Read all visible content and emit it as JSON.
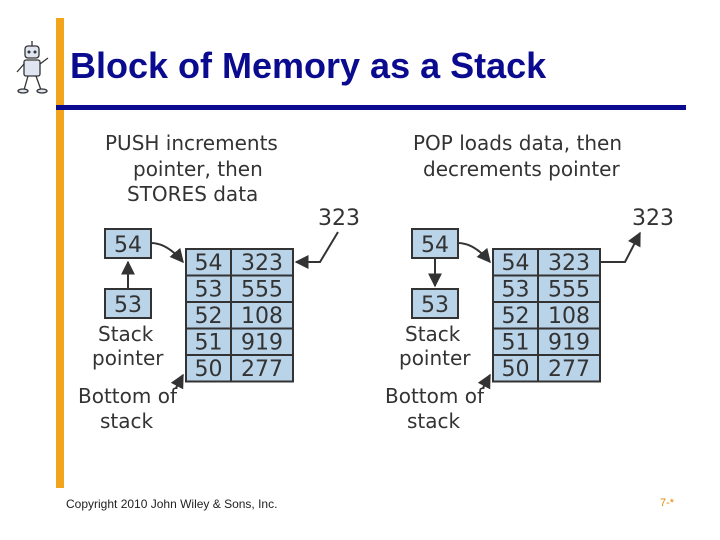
{
  "title": "Block of Memory as a Stack",
  "footer": "Copyright 2010 John Wiley & Sons, Inc.",
  "page_number": "7-*",
  "icons": {
    "logo": "robot-mascot-icon"
  },
  "colors": {
    "accent_bar": "#f2a41c",
    "title_rule": "#0b0b8f",
    "cell_fill": "#b9d3e8"
  },
  "push": {
    "caption": [
      "PUSH increments",
      "pointer, then",
      "STORES data"
    ],
    "value": "323",
    "pointer_top": "54",
    "pointer_bottom": "53",
    "pointer_label": [
      "Stack",
      "pointer"
    ],
    "bottom_label": [
      "Bottom of",
      "stack"
    ],
    "memory": [
      {
        "addr": "54",
        "data": "323"
      },
      {
        "addr": "53",
        "data": "555"
      },
      {
        "addr": "52",
        "data": "108"
      },
      {
        "addr": "51",
        "data": "919"
      },
      {
        "addr": "50",
        "data": "277"
      }
    ]
  },
  "pop": {
    "caption": [
      "POP loads data, then",
      "decrements pointer"
    ],
    "value": "323",
    "pointer_top": "54",
    "pointer_bottom": "53",
    "pointer_label": [
      "Stack",
      "pointer"
    ],
    "bottom_label": [
      "Bottom of",
      "stack"
    ],
    "memory": [
      {
        "addr": "54",
        "data": "323"
      },
      {
        "addr": "53",
        "data": "555"
      },
      {
        "addr": "52",
        "data": "108"
      },
      {
        "addr": "51",
        "data": "919"
      },
      {
        "addr": "50",
        "data": "277"
      }
    ]
  }
}
